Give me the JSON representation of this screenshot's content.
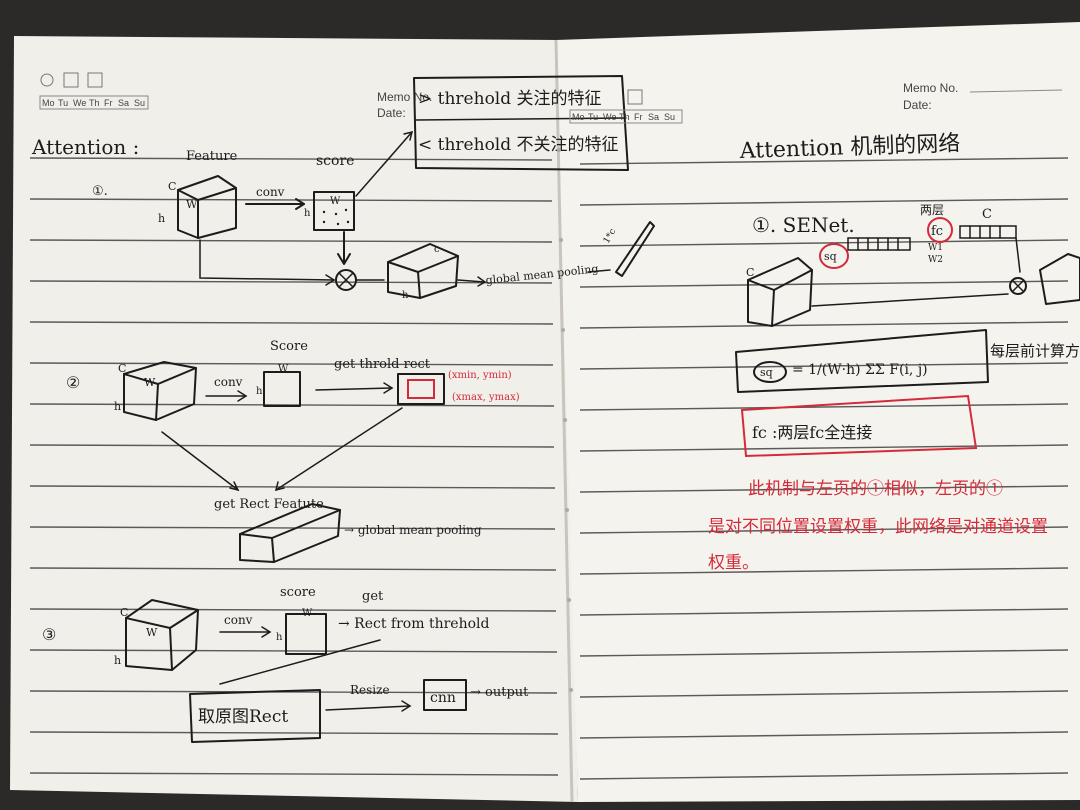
{
  "colors": {
    "paper": "#f3f1ec",
    "ink": "#1c1c1c",
    "red_ink": "#d42a3a",
    "rule": "#5a5a5a"
  },
  "left_page": {
    "weekdays": [
      "Mo",
      "Tu",
      "We",
      "Th",
      "Fr",
      "Sa",
      "Su"
    ],
    "memo_label": "Memo No.",
    "date_label": "Date:",
    "title": "Attention :",
    "note_box": {
      "line1": "> threhold 关注的特征",
      "line2": "< threhold 不关注的特征"
    },
    "section1": {
      "num": "①.",
      "feature": "Feature",
      "score": "score",
      "conv": "conv",
      "c": "C",
      "w": "W",
      "h": "h",
      "c2": "c",
      "gmp": "global mean pooling",
      "one": "1*c"
    },
    "section2": {
      "num": "②",
      "c": "C",
      "w": "W",
      "h": "h",
      "conv": "conv",
      "score": "Score",
      "get_rect": "get throld rect",
      "xy_min": "(xmin, ymin)",
      "xy_max": "(xmax, ymax)",
      "get_feature": "get Rect Featute.",
      "gmp": "→ global mean pooling"
    },
    "section3": {
      "num": "③",
      "c": "C",
      "w": "W",
      "h": "h",
      "conv": "conv",
      "score": "score",
      "get": "get",
      "rect": "→ Rect from threhold",
      "crop": "取原图Rect",
      "resize": "Resize",
      "cnn": "cnn",
      "output": "→ output"
    }
  },
  "right_page": {
    "weekdays": [
      "Mo",
      "Tu",
      "We",
      "Th",
      "Fr",
      "Sa",
      "Su"
    ],
    "memo_label": "Memo No.",
    "date_label": "Date:",
    "title": "Attention 机制的网络",
    "senet": "①. SENet.",
    "two_fc": "两层",
    "fc": "fc",
    "c": "C",
    "sq": "sq",
    "w1": "W1",
    "w2": "W2",
    "formula_lhs": "sq",
    "formula_rhs": "= 1/(W·h) ΣΣ F(i, j)",
    "formula_note": "每层前计算方法。",
    "fc_note": "fc :两层fc全连接",
    "red_note_1": "此机制与左页的①相似，左页的①",
    "red_note_2": "是对不同位置设置权重，此网络是对通道设置",
    "red_note_3": "权重。"
  }
}
